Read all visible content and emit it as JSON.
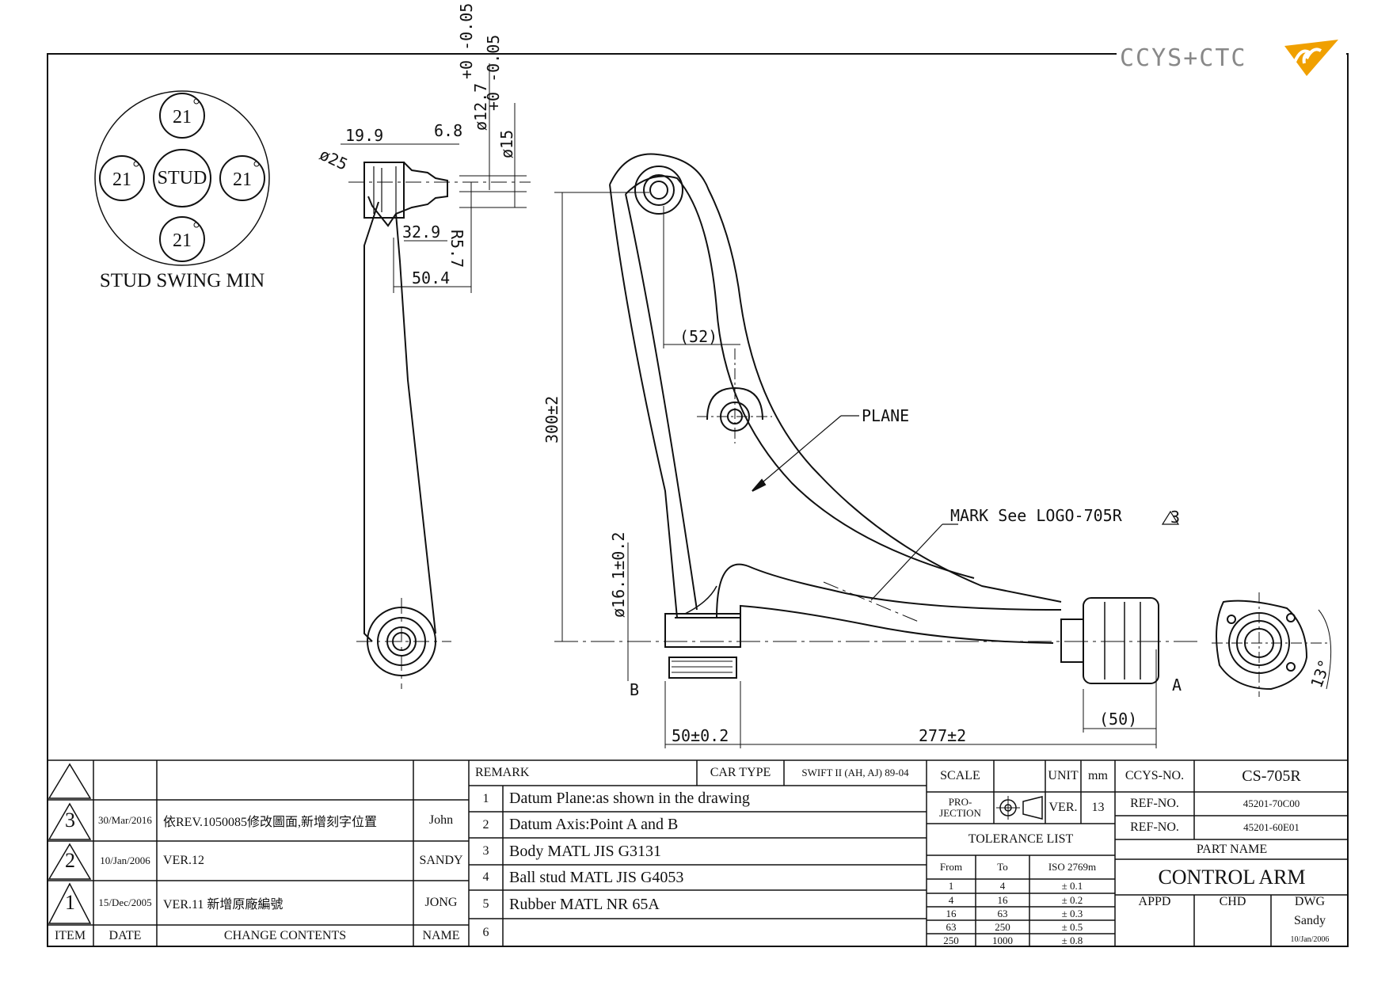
{
  "logo": {
    "text": "CCYS+CTC"
  },
  "stud_swing": {
    "title": "STUD SWING MIN",
    "center": "STUD",
    "angles": [
      "21",
      "21",
      "21",
      "21"
    ]
  },
  "dimensions": {
    "d1": "19.9",
    "d2": "6.8",
    "d3": "ø12.7",
    "d3_tol": "+0 -0.05",
    "d4": "ø15",
    "d4_tol": "+0 -0.05",
    "d5": "ø25",
    "d6": "32.9",
    "d7": "R5.7",
    "d8": "50.4",
    "d9": "300±2",
    "d10": "(52)",
    "d11": "ø16.1±0.2",
    "d12": "50±0.2",
    "d13": "277±2",
    "d14": "(50)",
    "d15": "13°"
  },
  "annotations": {
    "plane": "PLANE",
    "mark": "MARK See LOGO-705R",
    "mark_rev": "3",
    "point_a": "A",
    "point_b": "B"
  },
  "revisions": [
    {
      "item": "3",
      "date": "30/Mar/2016",
      "content": "依REV.1050085修改圖面,新增刻字位置",
      "name": "John"
    },
    {
      "item": "2",
      "date": "10/Jan/2006",
      "content": "VER.12",
      "name": "SANDY"
    },
    {
      "item": "1",
      "date": "15/Dec/2005",
      "content": "VER.11 新增原廠編號",
      "name": "JONG"
    }
  ],
  "revision_headers": {
    "item": "ITEM",
    "date": "DATE",
    "content": "CHANGE CONTENTS",
    "name": "NAME"
  },
  "remark": {
    "label": "REMARK",
    "car_type_label": "CAR TYPE",
    "car_type": "SWIFT II (AH, AJ) 89-04",
    "items": [
      {
        "no": "1",
        "text": "Datum Plane:as shown in the drawing"
      },
      {
        "no": "2",
        "text": "Datum Axis:Point A and B"
      },
      {
        "no": "3",
        "text": "Body MATL JIS G3131"
      },
      {
        "no": "4",
        "text": "Ball stud MATL JIS G4053"
      },
      {
        "no": "5",
        "text": "Rubber MATL NR 65A"
      },
      {
        "no": "6",
        "text": ""
      }
    ]
  },
  "info": {
    "scale_label": "SCALE",
    "scale": "",
    "unit_label": "UNIT",
    "unit": "mm",
    "projection_label": "PRO-\nJECTION",
    "ver_label": "VER.",
    "ver": "13",
    "tolerance_title": "TOLERANCE LIST",
    "tol_headers": [
      "From",
      "To",
      "ISO 2769m"
    ],
    "tolerances": [
      [
        "1",
        "4",
        "± 0.1"
      ],
      [
        "4",
        "16",
        "± 0.2"
      ],
      [
        "16",
        "63",
        "± 0.3"
      ],
      [
        "63",
        "250",
        "± 0.5"
      ],
      [
        "250",
        "1000",
        "± 0.8"
      ]
    ]
  },
  "part": {
    "ccys_no_label": "CCYS-NO.",
    "ccys_no": "CS-705R",
    "ref1_label": "REF-NO.",
    "ref1": "45201-70C00",
    "ref2_label": "REF-NO.",
    "ref2": "45201-60E01",
    "part_name_label": "PART NAME",
    "part_name": "CONTROL ARM",
    "appd_label": "APPD",
    "chd_label": "CHD",
    "dwg_label": "DWG",
    "dwg": "Sandy",
    "dwg_date": "10/Jan/2006"
  }
}
